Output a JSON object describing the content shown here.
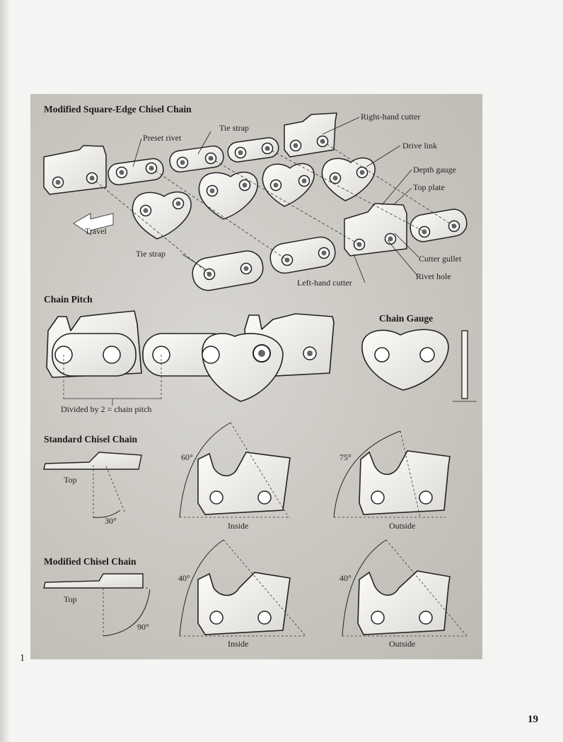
{
  "headings": {
    "modified_square_edge": "Modified Square-Edge Chisel Chain",
    "chain_pitch": "Chain Pitch",
    "chain_gauge": "Chain Gauge",
    "standard_chisel": "Standard Chisel Chain",
    "modified_chisel": "Modified Chisel Chain"
  },
  "labels": {
    "tie_strap_top": "Tie strap",
    "preset_rivet": "Preset rivet",
    "right_hand_cutter": "Right-hand cutter",
    "drive_link": "Drive link",
    "depth_gauge": "Depth gauge",
    "top_plate": "Top plate",
    "travel": "Travel",
    "tie_strap_bottom": "Tie strap",
    "cutter_gullet": "Cutter gullet",
    "rivet_hole": "Rivet hole",
    "left_hand_cutter": "Left-hand cutter",
    "divided_by_2": "Divided by 2 = chain pitch",
    "top_standard": "Top",
    "top_modified": "Top",
    "angle_30": "30°",
    "angle_60": "60°",
    "angle_75": "75°",
    "angle_90": "90°",
    "angle_40_inside": "40°",
    "angle_40_outside": "40°",
    "inside_standard": "Inside",
    "outside_standard": "Outside",
    "inside_modified": "Inside",
    "outside_modified": "Outside"
  },
  "margin_number": "1",
  "page_number": "19"
}
